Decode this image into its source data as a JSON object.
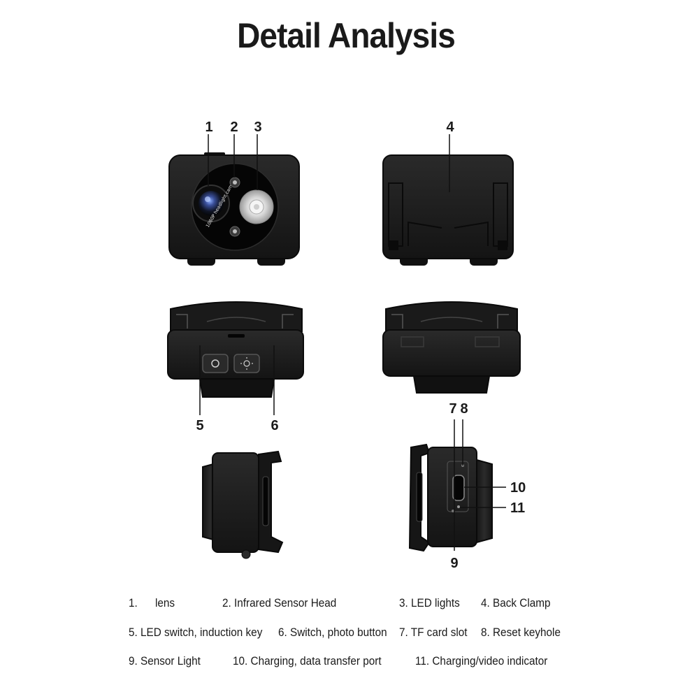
{
  "title": "Detail Analysis",
  "lens_print": "1080P headlight camera",
  "callouts": [
    "1",
    "2",
    "3",
    "4",
    "5",
    "6",
    "7",
    "8",
    "10",
    "11",
    "9"
  ],
  "legend": {
    "l1_num": "1.",
    "l1_text": "lens",
    "l2": "2. Infrared Sensor Head",
    "l3": "3. LED lights",
    "l4": "4. Back Clamp",
    "l5": "5. LED switch, induction key",
    "l6": "6. Switch, photo button",
    "l7": "7. TF card slot",
    "l8": "8. Reset keyhole",
    "l9": "9. Sensor Light",
    "l10": "10. Charging, data transfer port",
    "l11": "11. Charging/video indicator"
  },
  "colors": {
    "body": "#1c1c1c",
    "body_edge": "#0d0d0d",
    "highlight": "#3a3a3a",
    "text": "#1a1a1a"
  }
}
